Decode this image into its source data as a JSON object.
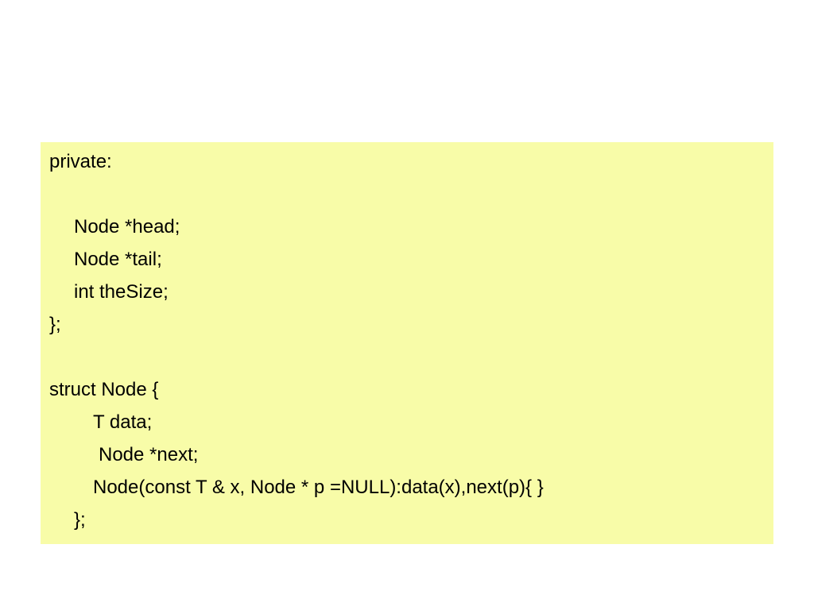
{
  "colors": {
    "page_background": "#ffffff",
    "code_box_background": "#f8fca8",
    "text": "#000000"
  },
  "code_lines": [
    "private:",
    "",
    "Node *head;",
    "Node *tail;",
    "int theSize;",
    "};",
    "",
    "struct Node {",
    "T data;",
    "Node *next;",
    "Node(const T & x, Node * p =NULL):data(x),next(p){ }",
    "};"
  ]
}
